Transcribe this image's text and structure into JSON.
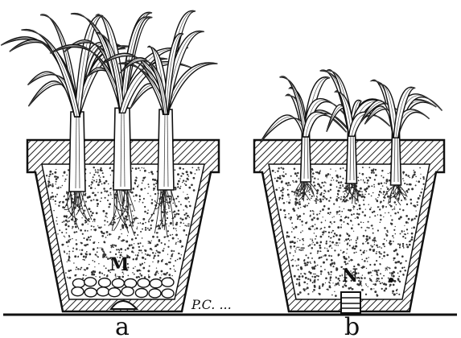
{
  "figure": {
    "pot_a": {
      "caption": "a",
      "soil_label": "M",
      "crock_note": "P.C. ..."
    },
    "pot_b": {
      "caption": "b",
      "soil_label": "N"
    }
  }
}
